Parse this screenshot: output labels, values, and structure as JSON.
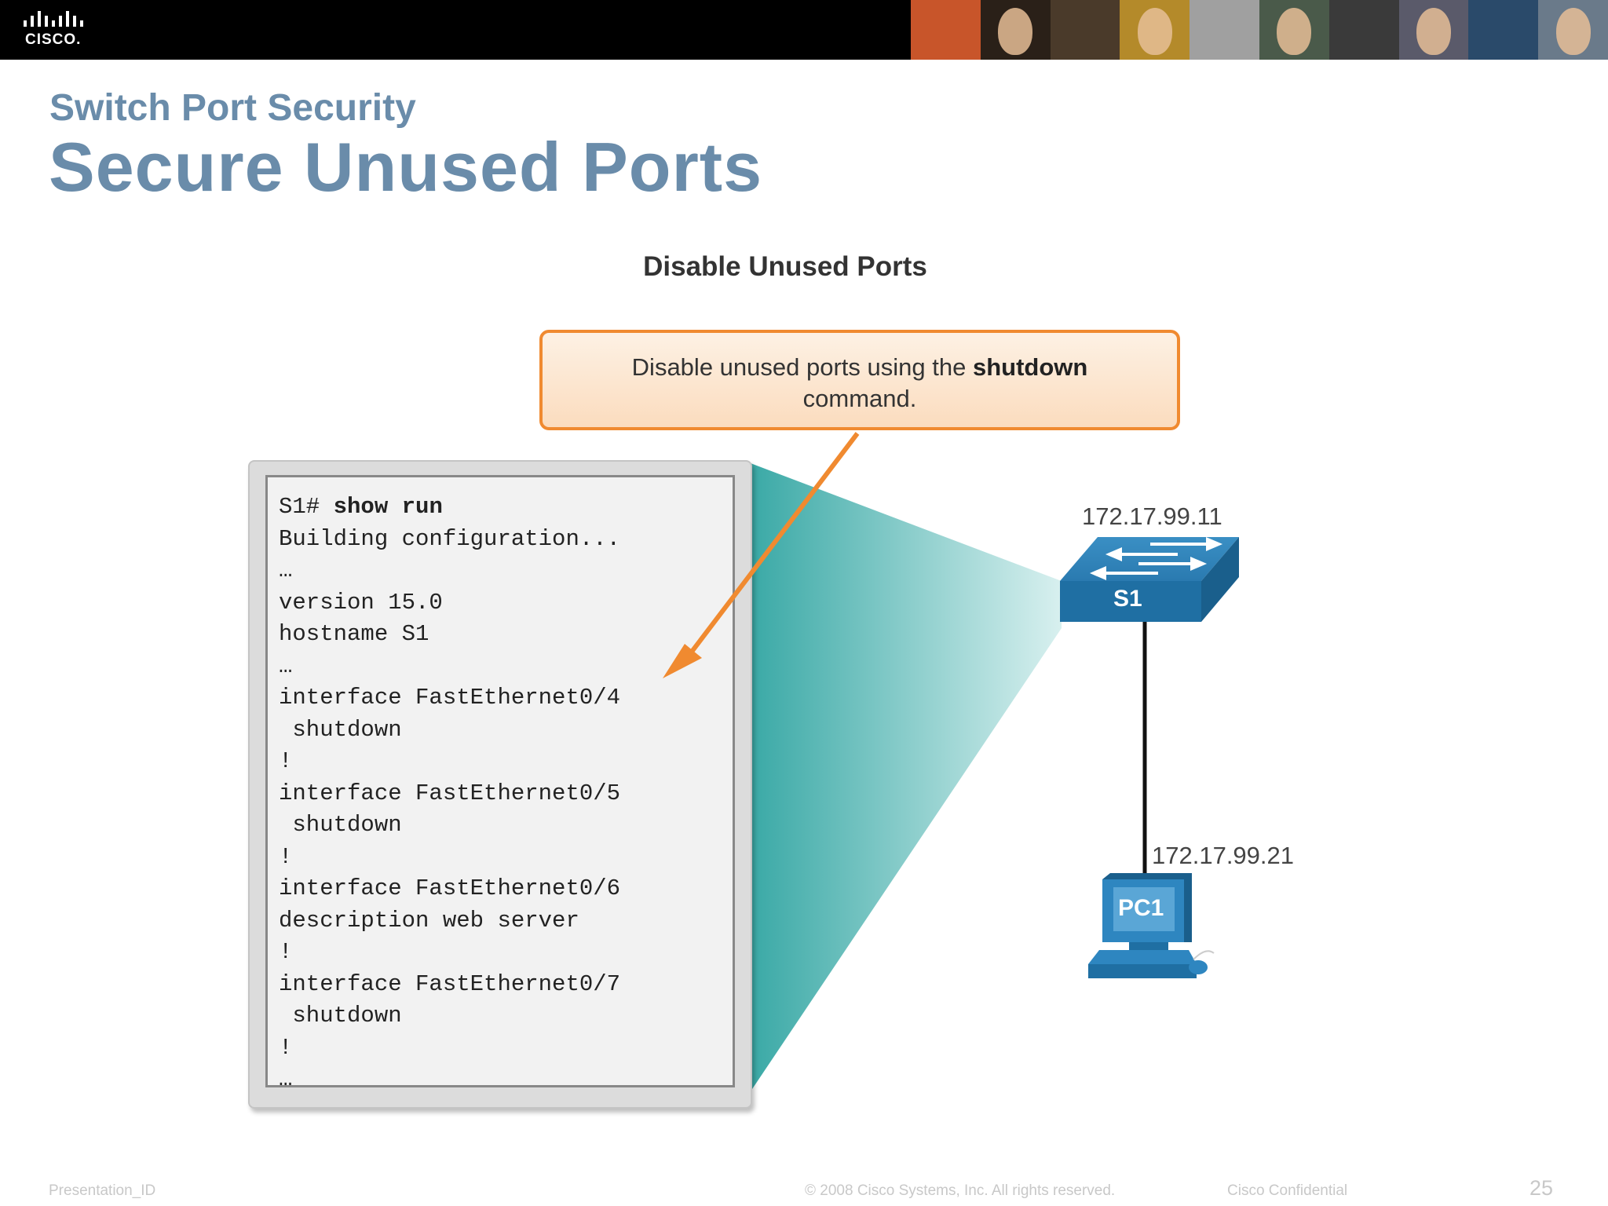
{
  "header": {
    "logo_text": "CISCO.",
    "photo_tones": [
      "#c8552a",
      "#2a2018",
      "#4a3a2a",
      "#b48a2a",
      "#a0a0a0",
      "#4a5a4a",
      "#3a3a3a",
      "#5a5a6a",
      "#2a4a6a",
      "#6a7a8a"
    ]
  },
  "slide": {
    "subtitle": "Switch Port Security",
    "title": "Secure Unused Ports"
  },
  "figure": {
    "title": "Disable Unused Ports",
    "callout": {
      "text_before": "Disable unused ports using the ",
      "bold": "shutdown",
      "text_after": "command."
    },
    "console": {
      "prompt": "S1# ",
      "command": "show run",
      "lines": [
        "Building configuration...",
        "…",
        "version 15.0",
        "hostname S1",
        "…",
        "interface FastEthernet0/4",
        " shutdown",
        "!",
        "interface FastEthernet0/5",
        " shutdown",
        "!",
        "interface FastEthernet0/6",
        "description web server",
        "!",
        "interface FastEthernet0/7",
        " shutdown",
        "!",
        "…"
      ]
    },
    "switch": {
      "label": "S1",
      "ip": "172.17.99.11"
    },
    "pc": {
      "label": "PC1",
      "ip": "172.17.99.21"
    },
    "colors": {
      "callout_border": "#f08a30",
      "arrow": "#f08a30",
      "device": "#1f6fa3",
      "funnel": "#3aa9a6"
    }
  },
  "footer": {
    "presentation_id": "Presentation_ID",
    "copyright": "© 2008 Cisco Systems, Inc. All rights reserved.",
    "confidential": "Cisco Confidential",
    "page_number": "25"
  }
}
